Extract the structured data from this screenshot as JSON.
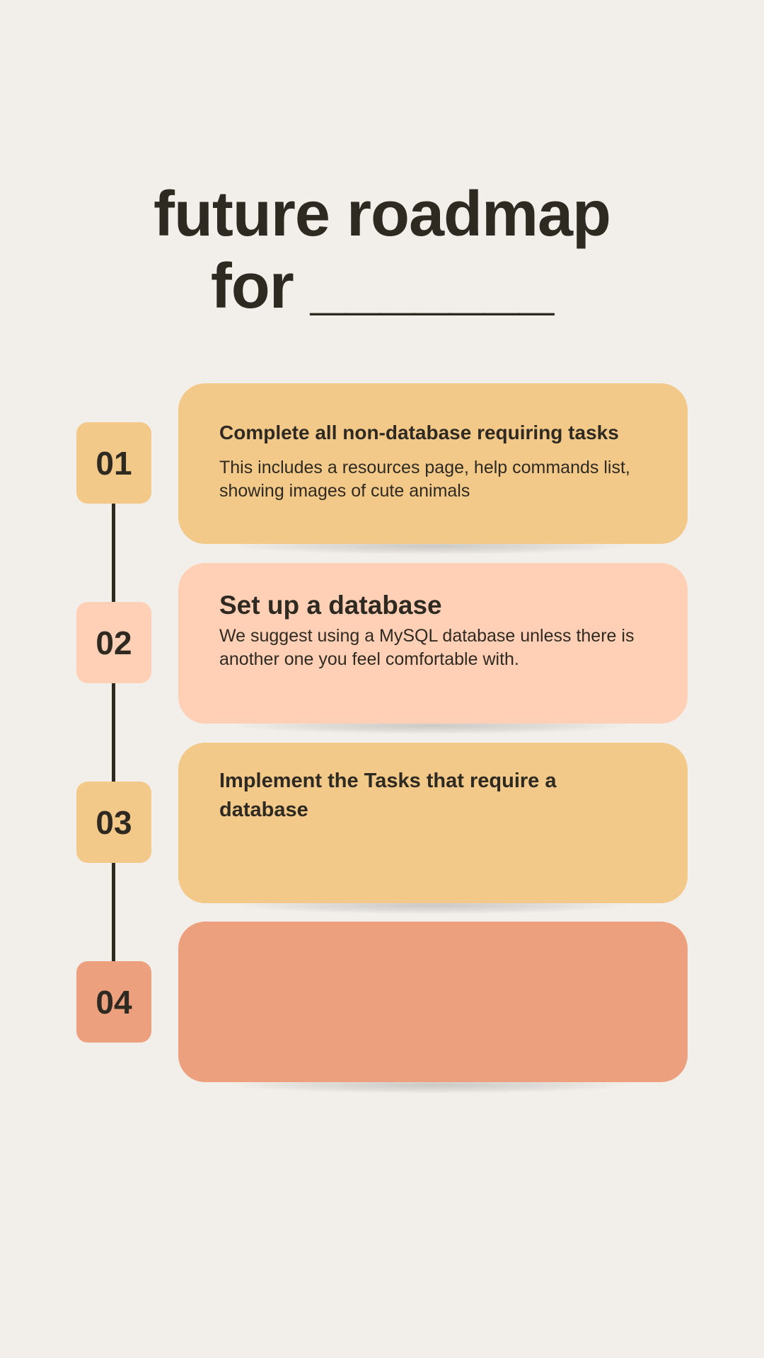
{
  "title": {
    "line1": "future roadmap",
    "line2": "for _______"
  },
  "colors": {
    "background": "#f2efeb",
    "text": "#2e2a22",
    "amber": "#f3c98a",
    "peach": "#ffd0b5",
    "salmon": "#eda07e"
  },
  "steps": [
    {
      "number": "01",
      "title": "Complete all non-database requiring tasks",
      "text": "This includes a resources page, help commands list, showing images of cute animals",
      "color": "#f3c98a"
    },
    {
      "number": "02",
      "title": "Set up a database",
      "text": "We suggest using a MySQL database unless there is another one you feel comfortable with.",
      "color": "#ffd0b5"
    },
    {
      "number": "03",
      "title": "Implement the Tasks that require a database",
      "text": "",
      "color": "#f3c98a"
    },
    {
      "number": "04",
      "title": "",
      "text": "",
      "color": "#eda07e"
    }
  ]
}
